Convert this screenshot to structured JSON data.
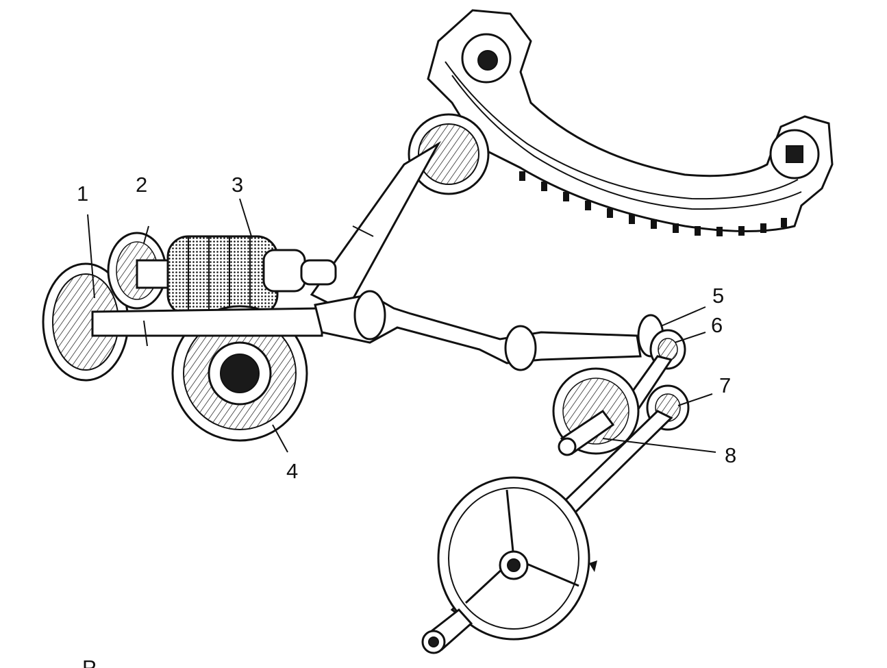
{
  "diagram": {
    "labels": [
      {
        "id": "1",
        "text": "1"
      },
      {
        "id": "2",
        "text": "2"
      },
      {
        "id": "3",
        "text": "3"
      },
      {
        "id": "4",
        "text": "4"
      },
      {
        "id": "5",
        "text": "5"
      },
      {
        "id": "6",
        "text": "6"
      },
      {
        "id": "7",
        "text": "7"
      },
      {
        "id": "8",
        "text": "8"
      }
    ],
    "caption_partial": "Р..."
  }
}
